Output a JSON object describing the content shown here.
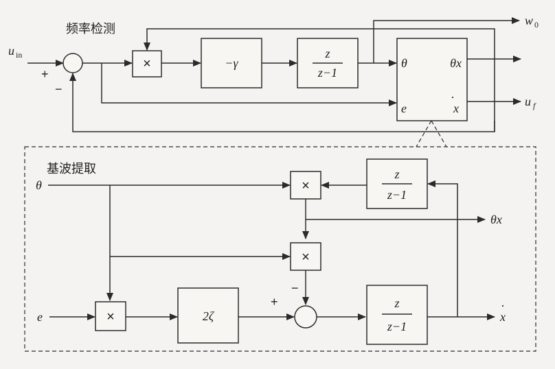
{
  "top_section": {
    "title": "频率检测",
    "input": {
      "var": "u",
      "sub": "in"
    },
    "plus": "+",
    "minus": "−",
    "mult": "×",
    "gain": "−γ",
    "integrator": {
      "num": "z",
      "den": "z−1"
    },
    "outputs": {
      "w0_main": "w",
      "w0_sub": "0",
      "uf_main": "u",
      "uf_sub": "f"
    },
    "block_ports": {
      "theta": "θ",
      "e": "e",
      "theta_x": "θx",
      "xdot": "x",
      "dot": "·"
    }
  },
  "bottom_section": {
    "title": "基波提取",
    "theta_in": "θ",
    "e_in": "e",
    "mult": "×",
    "gain": "2ζ",
    "plus": "+",
    "minus": "−",
    "integrator": {
      "num": "z",
      "den": "z−1"
    },
    "out_theta_x": "θx",
    "out_xdot": "x",
    "dot": "·"
  }
}
